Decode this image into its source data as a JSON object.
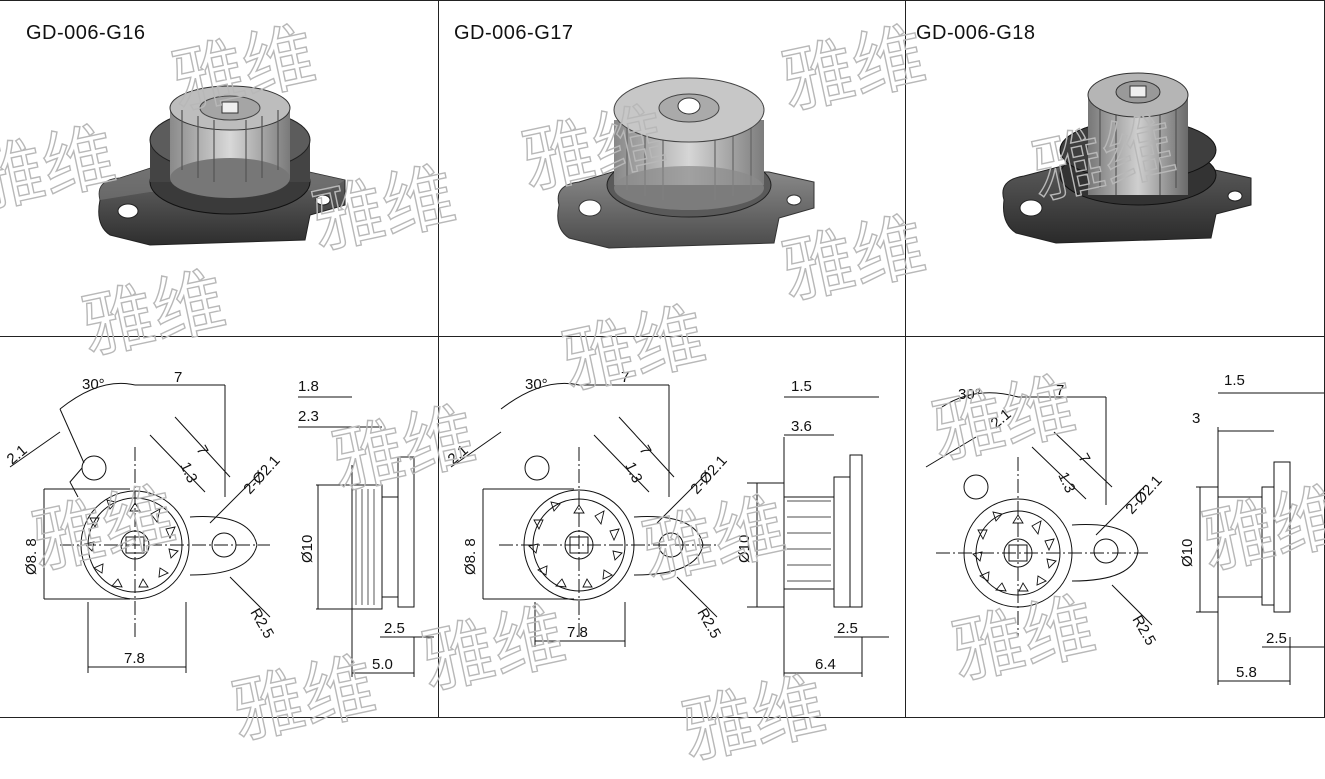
{
  "products": [
    {
      "code": "GD-006-G16",
      "dims": {
        "angle": "30°",
        "seven_top": "7",
        "seven_side": "7",
        "d21_left": "2.1",
        "d13": "1.3",
        "hole_callout": "2-Ø2.1",
        "diameter": "Ø8. 8",
        "radius": "R2.5",
        "width_bottom": "7.8",
        "side_dia": "Ø10",
        "side_a": "1.8",
        "side_b": "2.3",
        "side_c": "2.5",
        "side_d": "5.0"
      }
    },
    {
      "code": "GD-006-G17",
      "dims": {
        "angle": "30°",
        "seven_top": "7",
        "seven_side": "7",
        "d21_left": "2.1",
        "d13": "1.3",
        "hole_callout": "2-Ø2.1",
        "diameter": "Ø8. 8",
        "radius": "R2.5",
        "width_bottom": "7.8",
        "side_dia": "Ø10",
        "side_a": "1.5",
        "side_b": "3.6",
        "side_c": "2.5",
        "side_d": "6.4"
      }
    },
    {
      "code": "GD-006-G18",
      "dims": {
        "angle": "30°",
        "seven_top": "7",
        "seven_side": "7",
        "d21_left": "2.1",
        "d13": "1.3",
        "hole_callout": "2-Ø2.1",
        "radius": "R2.5",
        "side_dia": "Ø10",
        "side_a": "1.5",
        "side_b": "3",
        "side_c": "2.5",
        "side_d": "5.8"
      }
    }
  ],
  "watermark": "雅维"
}
